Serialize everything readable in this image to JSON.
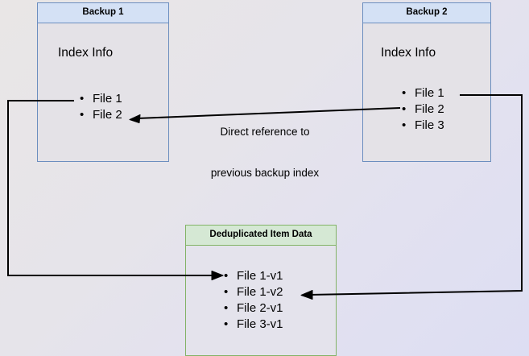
{
  "diagram": {
    "title_hidden": "",
    "colors": {
      "blue_border": "#6c8ebf",
      "blue_header_fill": "#d4e1f5",
      "green_border": "#82b366",
      "green_header_fill": "#d5e8d4",
      "box_body_fill": "#e4e2e7",
      "edge_stroke": "#000000"
    },
    "backup1": {
      "title": "Backup 1",
      "section_label": "Index Info",
      "files": [
        "File 1",
        "File 2"
      ]
    },
    "backup2": {
      "title": "Backup 2",
      "section_label": "Index Info",
      "files": [
        "File 1",
        "File 2",
        "File 3"
      ]
    },
    "dedup": {
      "title": "Deduplicated Item Data",
      "files": [
        "File 1-v1",
        "File 1-v2",
        "File 2-v1",
        "File 3-v1"
      ]
    },
    "edges": {
      "direct_reference_label_line1": "Direct reference to",
      "direct_reference_label_line2": "previous backup index"
    }
  }
}
